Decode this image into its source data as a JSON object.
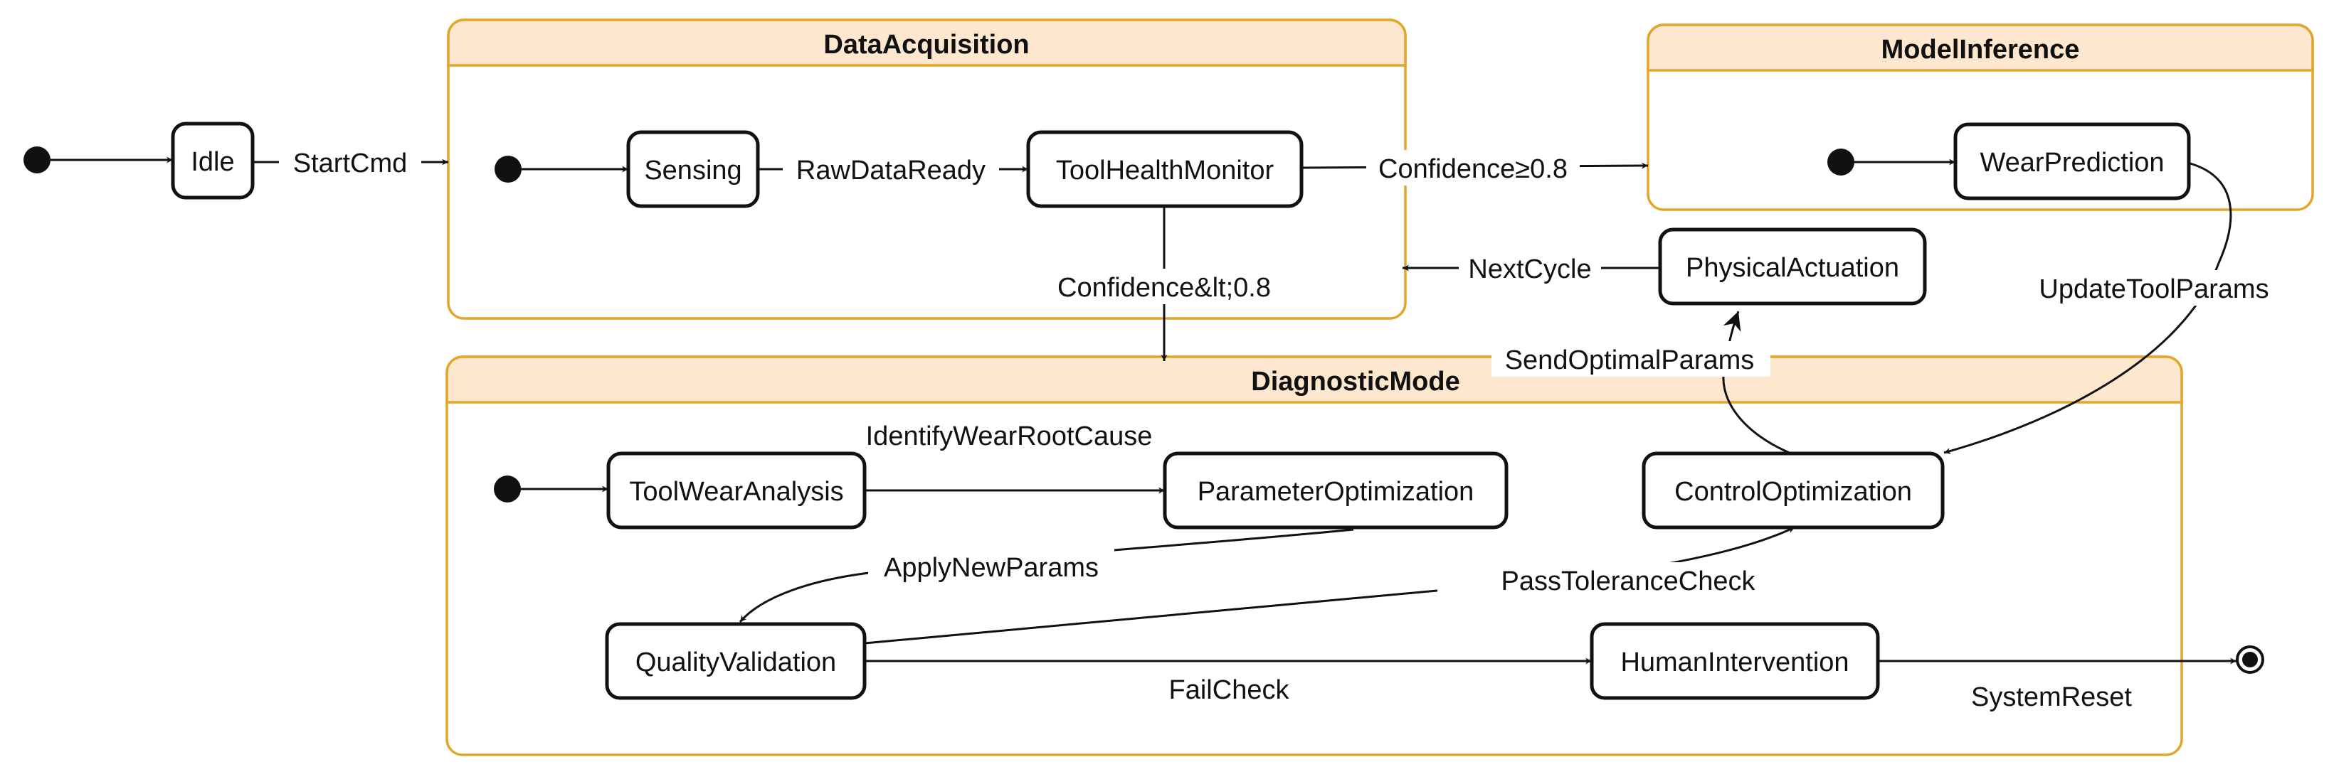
{
  "groups": {
    "data_acquisition": "DataAcquisition",
    "model_inference": "ModelInference",
    "diagnostic_mode": "DiagnosticMode"
  },
  "states": {
    "idle": "Idle",
    "sensing": "Sensing",
    "tool_health_monitor": "ToolHealthMonitor",
    "wear_prediction": "WearPrediction",
    "physical_actuation": "PhysicalActuation",
    "tool_wear_analysis": "ToolWearAnalysis",
    "parameter_optimization": "ParameterOptimization",
    "control_optimization": "ControlOptimization",
    "quality_validation": "QualityValidation",
    "human_intervention": "HumanIntervention"
  },
  "transitions": {
    "start_cmd": "StartCmd",
    "raw_data_ready": "RawDataReady",
    "confidence_high": "Confidence≥0.8",
    "confidence_low": "Confidence&lt;0.8",
    "next_cycle": "NextCycle",
    "update_tool_params": "UpdateToolParams",
    "send_optimal_params": "SendOptimalParams",
    "identify_wear_root_cause": "IdentifyWearRootCause",
    "apply_new_params": "ApplyNewParams",
    "pass_tolerance_check": "PassToleranceCheck",
    "fail_check": "FailCheck",
    "system_reset": "SystemReset"
  },
  "colors": {
    "group_border": "#e2a62b",
    "group_header": "#fde7cf",
    "state_border": "#111111"
  }
}
